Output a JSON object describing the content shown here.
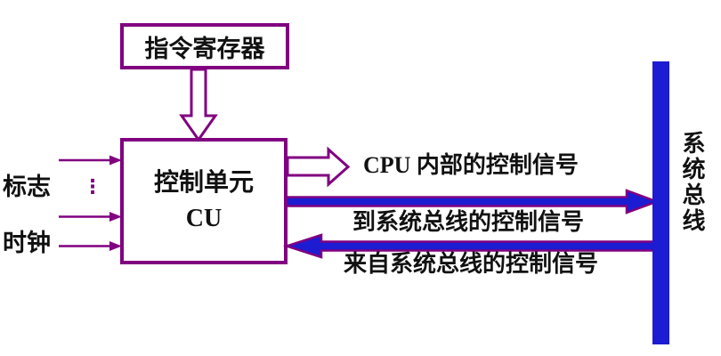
{
  "colors": {
    "purple": "#800080",
    "blue": "#1c1cd2",
    "text": "#111111",
    "background": "#ffffff"
  },
  "diagram": {
    "instruction_register": {
      "label": "指令寄存器"
    },
    "control_unit": {
      "title": "控制单元",
      "abbr": "CU"
    },
    "left_inputs": {
      "flags_label": "标志",
      "clock_label": "时钟",
      "ellipsis": "⋮"
    },
    "signals": {
      "cpu_internal": "CPU 内部的控制信号",
      "to_system_bus": "到系统总线的控制信号",
      "from_system_bus": "来自系统总线的控制信号"
    },
    "system_bus": {
      "label": "系统总线"
    }
  }
}
